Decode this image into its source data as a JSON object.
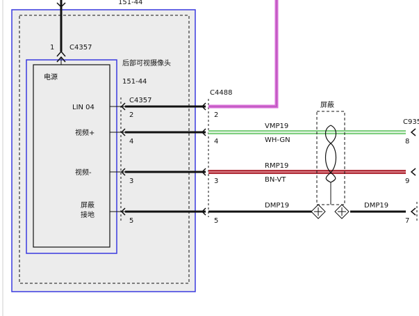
{
  "top_label": "151-44",
  "module": {
    "title": "后部可视摄像头",
    "part_no": "151-44",
    "power_label": "电源",
    "power_connector": "C4357",
    "power_pin": "1",
    "connector": "C4357",
    "pins": [
      {
        "label": "LIN 04",
        "pin": "2"
      },
      {
        "label": "视频+",
        "pin": "4"
      },
      {
        "label": "视频-",
        "pin": "3"
      },
      {
        "label": "屏蔽\n接地",
        "pin": "5"
      }
    ]
  },
  "inline_connector": {
    "name": "C4488",
    "pins": [
      "2",
      "4",
      "3",
      "5"
    ]
  },
  "shield": {
    "label": "屏蔽"
  },
  "wires": [
    {
      "circuit": "",
      "color_code": "",
      "color": "#d96fd9"
    },
    {
      "circuit": "VMP19",
      "color_code": "WH-GN",
      "color": "#7fcf7f"
    },
    {
      "circuit": "RMP19",
      "color_code": "BN-VT",
      "color": "#b0303a"
    },
    {
      "circuit": "DMP19",
      "color_code": "",
      "color": "#111111"
    }
  ],
  "far_connector": {
    "name": "C935",
    "pins": [
      "8",
      "9",
      "7"
    ],
    "drain_circuit": "DMP19"
  }
}
